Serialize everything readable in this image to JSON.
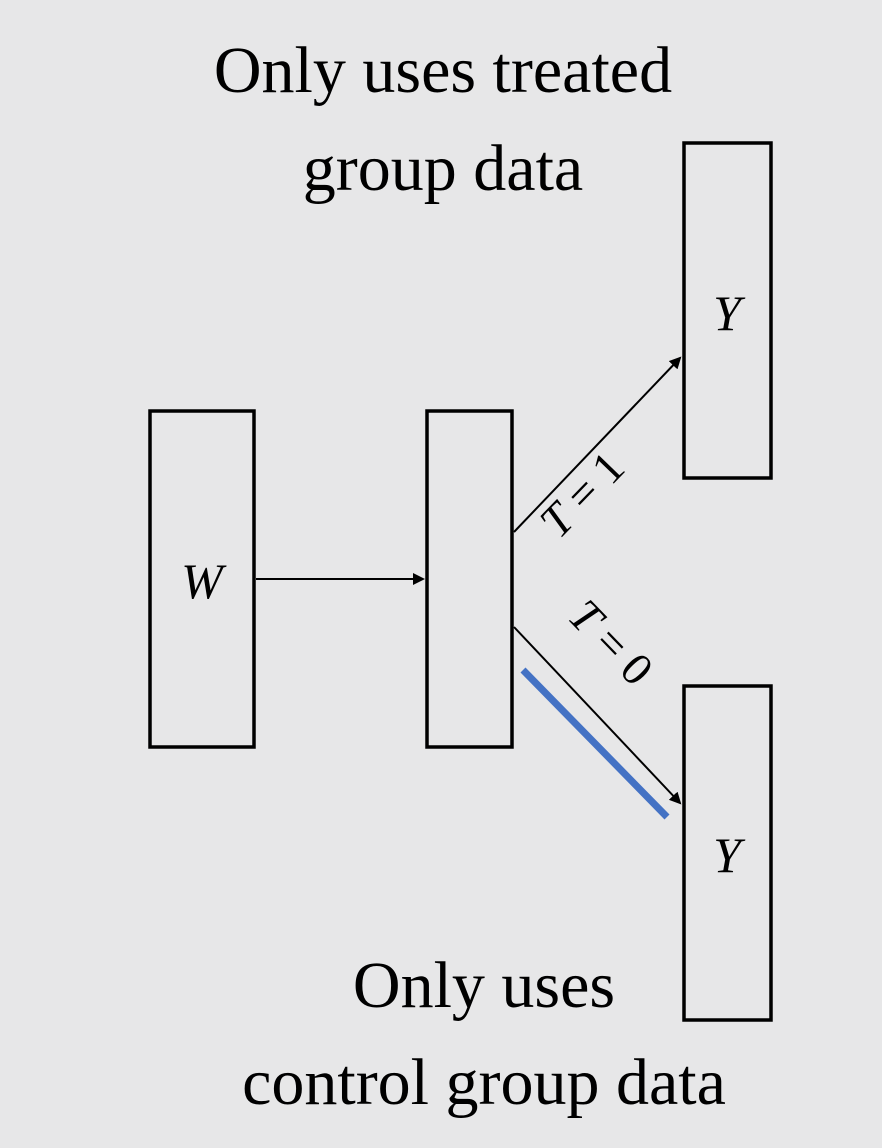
{
  "captions": {
    "top_line1": "Only uses treated",
    "top_line2": "group data",
    "bottom_line1": "Only uses",
    "bottom_line2": "control group data"
  },
  "nodes": {
    "w": "W",
    "middle": "",
    "y_treated": "Y",
    "y_control": "Y"
  },
  "edges": {
    "treated": {
      "var": "T",
      "op": " = ",
      "val": "1"
    },
    "control": {
      "var": "T",
      "op": " = ",
      "val": "0"
    }
  },
  "colors": {
    "background": "#e7e7e8",
    "highlight": "#4472c4",
    "stroke": "#000000"
  }
}
